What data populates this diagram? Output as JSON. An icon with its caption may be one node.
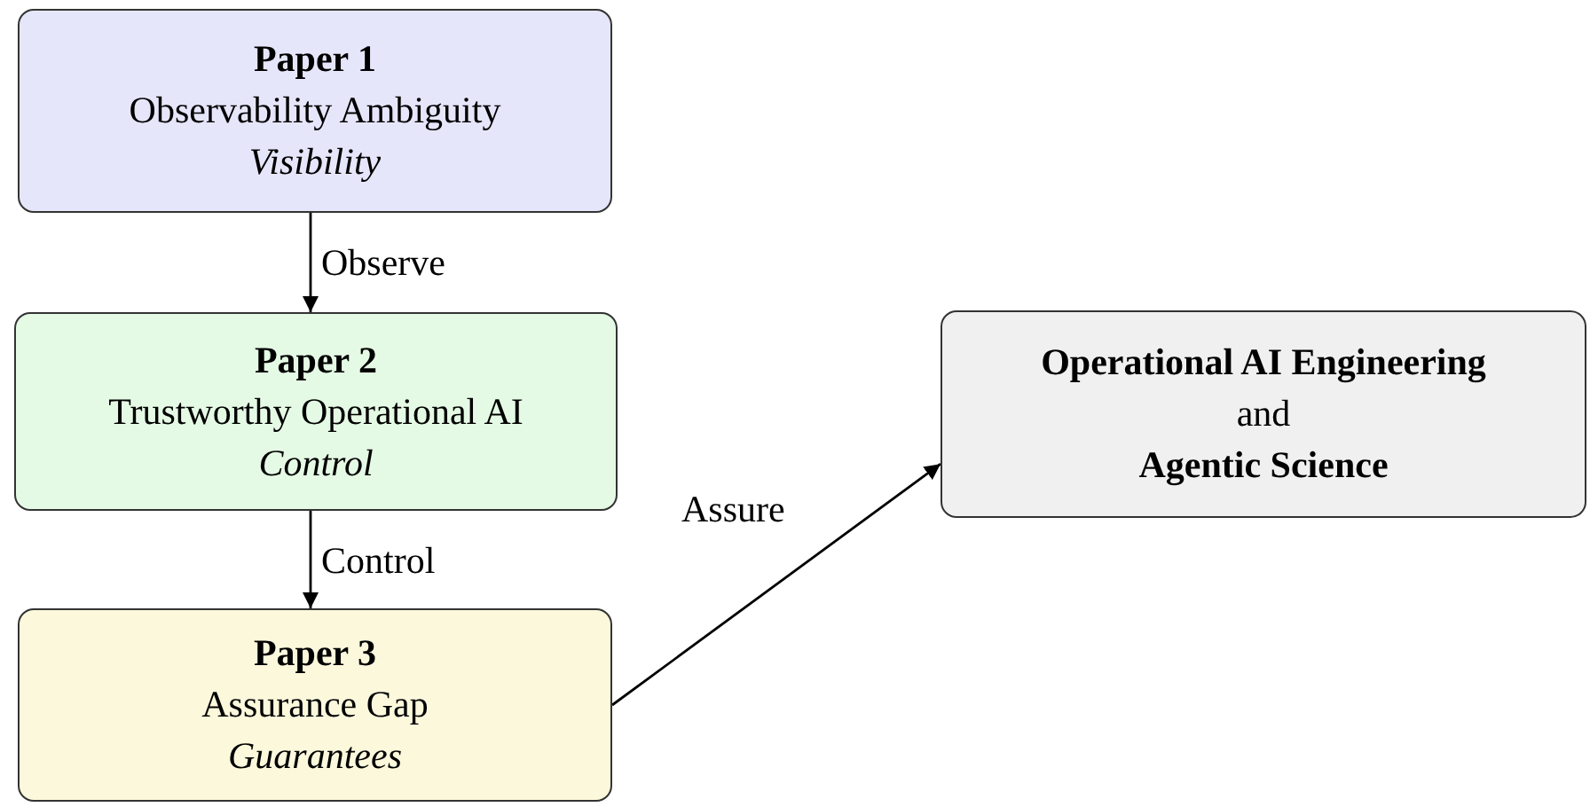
{
  "diagram": {
    "nodes": [
      {
        "text": [
          "Paper 1",
          "Observability Ambiguity",
          "Visibility"
        ]
      },
      {
        "text": [
          "Paper 2",
          "Trustworthy Operational AI",
          "Control"
        ]
      },
      {
        "text": [
          "Paper 3",
          "Assurance Gap",
          "Guarantees"
        ]
      },
      {
        "text": [
          "Operational AI Engineering",
          "and",
          "Agentic Science"
        ]
      }
    ],
    "edges": [
      {
        "from": 0,
        "to": 1,
        "arrow": "to",
        "label": "Observe"
      },
      {
        "from": 1,
        "to": 2,
        "arrow": "to",
        "label": "Control"
      },
      {
        "from": 2,
        "to": 3,
        "arrow": "to",
        "label": "Assure"
      }
    ]
  }
}
